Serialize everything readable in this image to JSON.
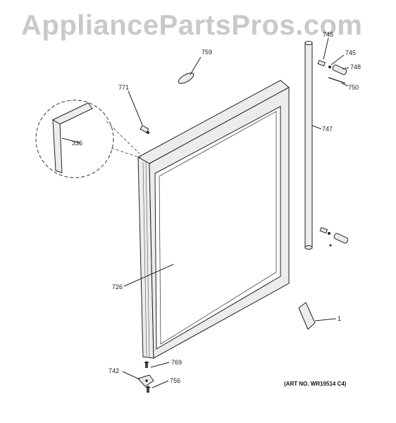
{
  "watermark": "AppliancePartsPros.com",
  "art_number": "(ART NO. WR19514 C4)",
  "callouts": {
    "p745a": "745",
    "p745b": "745",
    "p748": "748",
    "p750": "750",
    "p759": "759",
    "p771": "771",
    "p336": "336",
    "p747": "747",
    "p726": "726",
    "p1": "1",
    "p769": "769",
    "p742": "742",
    "p756": "756"
  }
}
